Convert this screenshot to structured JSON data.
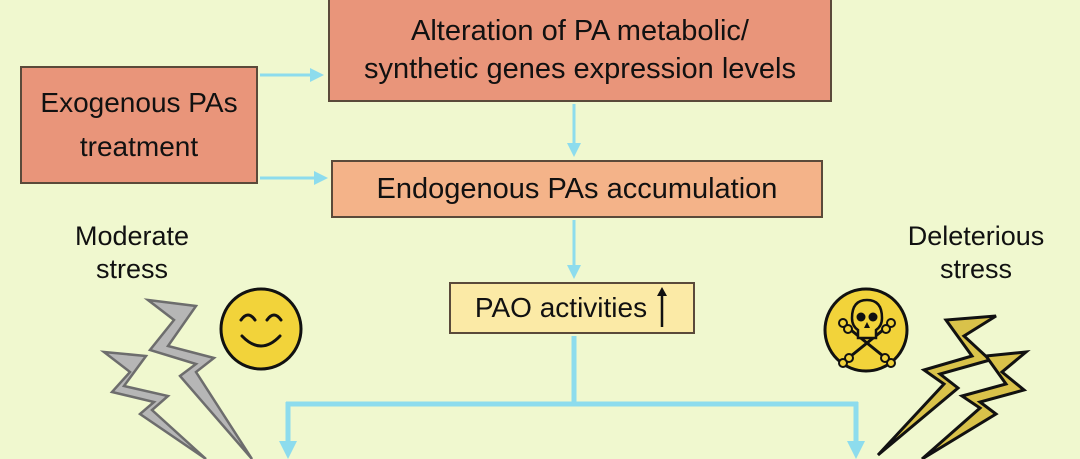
{
  "boxes": {
    "alteration": {
      "line1": "Alteration of PA metabolic/",
      "line2": "synthetic genes expression levels"
    },
    "exogenous": {
      "line1": "Exogenous PAs",
      "line2": "treatment"
    },
    "endogenous": {
      "text": "Endogenous PAs accumulation"
    },
    "pao": {
      "text": "PAO activities"
    }
  },
  "labels": {
    "moderate": {
      "line1": "Moderate",
      "line2": "stress"
    },
    "deleterious": {
      "line1": "Deleterious",
      "line2": "stress"
    }
  },
  "icons": {
    "happy": "smiling-face-icon",
    "toxic": "skull-crossbones-icon",
    "bolt_gray": "lightning-bolt-icon",
    "bolt_yellow": "lightning-bolt-icon",
    "increase": "up-arrow-icon"
  },
  "colors": {
    "background": "#f0f8cf",
    "arrow": "#8ddced",
    "box_dark": "#e9957a",
    "box_mid": "#f4b389",
    "box_light": "#fbeaa6",
    "face_yellow": "#f2d33a",
    "bolt_gray": "#b6b6b6",
    "bolt_yellow": "#d9c24a"
  }
}
